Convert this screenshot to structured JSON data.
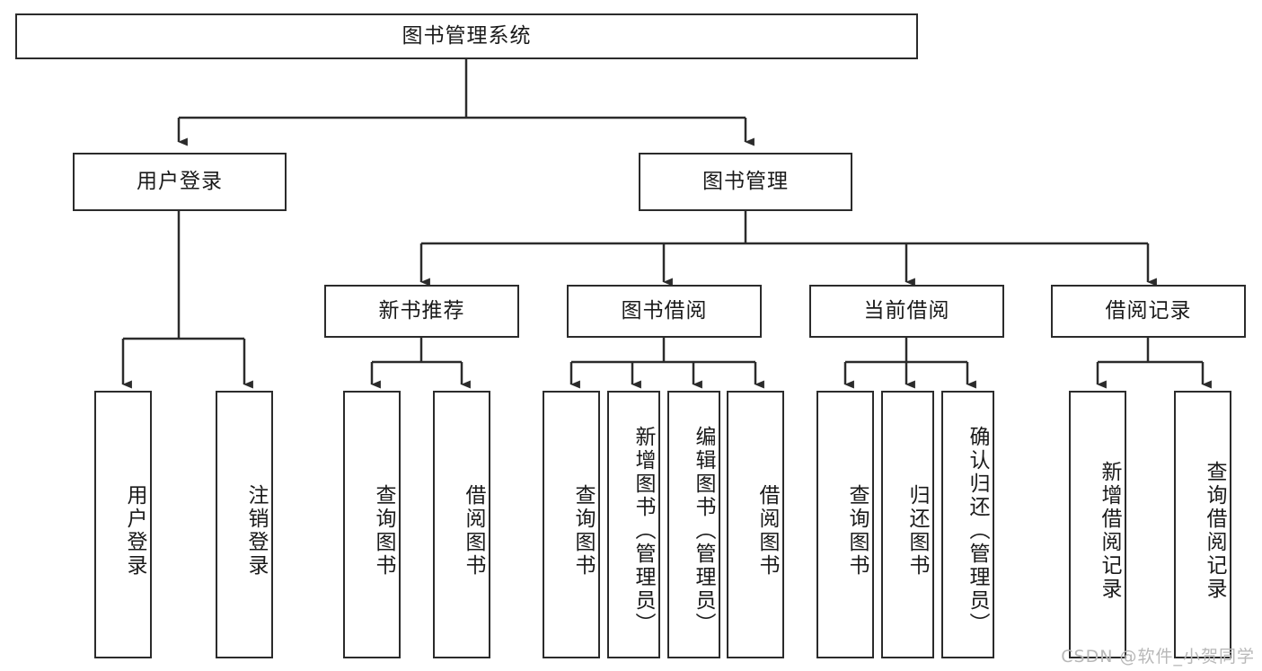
{
  "diagram": {
    "title": "图书管理系统",
    "watermark": "CSDN @软件_小贺同学",
    "colors": {
      "box_border": "#2b2b2b",
      "box_fill": "#ffffff",
      "edge": "#2b2b2b",
      "text": "#1a1a1a",
      "watermark": "#b8b8b8",
      "background": "#ffffff"
    },
    "nodes": {
      "root": {
        "label": "图书管理系统",
        "orientation": "horizontal"
      },
      "level1": [
        {
          "label": "用户登录",
          "orientation": "horizontal"
        },
        {
          "label": "图书管理",
          "orientation": "horizontal"
        }
      ],
      "level2": [
        {
          "label": "新书推荐",
          "orientation": "horizontal"
        },
        {
          "label": "图书借阅",
          "orientation": "horizontal"
        },
        {
          "label": "当前借阅",
          "orientation": "horizontal"
        },
        {
          "label": "借阅记录",
          "orientation": "horizontal"
        }
      ],
      "leaves_user_login": [
        {
          "label": "用户登录",
          "orientation": "vertical"
        },
        {
          "label": "注销登录",
          "orientation": "vertical"
        }
      ],
      "leaves_new_books": [
        {
          "label": "查询图书",
          "orientation": "vertical"
        },
        {
          "label": "借阅图书",
          "orientation": "vertical"
        }
      ],
      "leaves_book_borrow": [
        {
          "label": "查询图书",
          "orientation": "vertical"
        },
        {
          "label": "新增图书（管理员）",
          "orientation": "vertical"
        },
        {
          "label": "编辑图书（管理员）",
          "orientation": "vertical"
        },
        {
          "label": "借阅图书",
          "orientation": "vertical"
        }
      ],
      "leaves_current_borrow": [
        {
          "label": "查询图书",
          "orientation": "vertical"
        },
        {
          "label": "归还图书",
          "orientation": "vertical"
        },
        {
          "label": "确认归还（管理员）",
          "orientation": "vertical"
        }
      ],
      "leaves_borrow_records": [
        {
          "label": "新增借阅记录",
          "orientation": "vertical"
        },
        {
          "label": "查询借阅记录",
          "orientation": "vertical"
        }
      ]
    }
  }
}
